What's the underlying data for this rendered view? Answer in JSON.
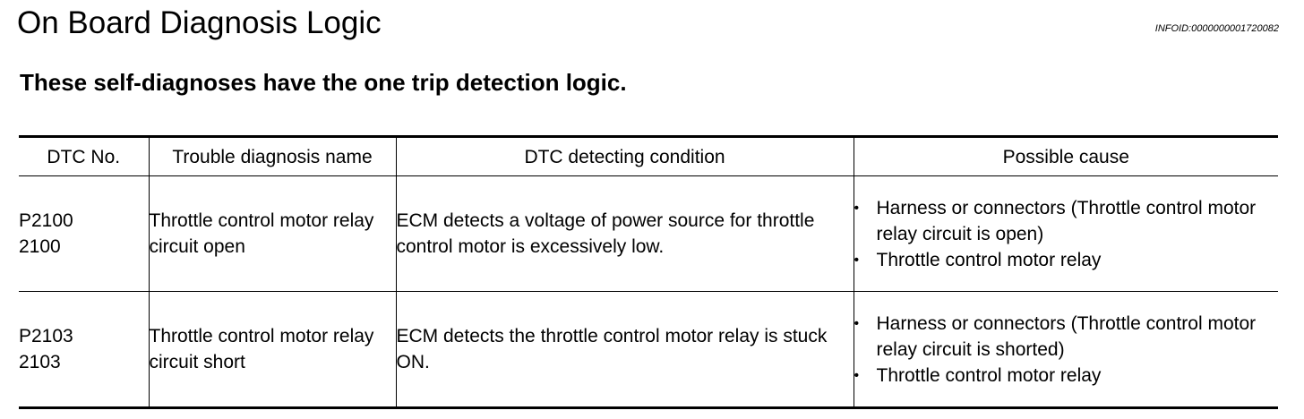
{
  "page": {
    "title": "On Board Diagnosis Logic",
    "infoid": "INFOID:0000000001720082",
    "subtitle": "These self-diagnoses have the one trip detection logic."
  },
  "table": {
    "headers": [
      "DTC No.",
      "Trouble diagnosis name",
      "DTC detecting condition",
      "Possible cause"
    ],
    "rows": [
      {
        "dtc_primary": "P2100",
        "dtc_secondary": "2100",
        "name": "Throttle control motor relay circuit open",
        "condition": "ECM detects a voltage of power source for throttle control motor is excessively low.",
        "causes": [
          "Harness or connectors (Throttle control motor relay circuit is open)",
          "Throttle control motor relay"
        ]
      },
      {
        "dtc_primary": "P2103",
        "dtc_secondary": "2103",
        "name": "Throttle control motor relay circuit short",
        "condition": "ECM detects the throttle control motor relay is stuck ON.",
        "causes": [
          "Harness or connectors (Throttle control motor relay circuit is shorted)",
          "Throttle control motor relay"
        ]
      }
    ]
  }
}
